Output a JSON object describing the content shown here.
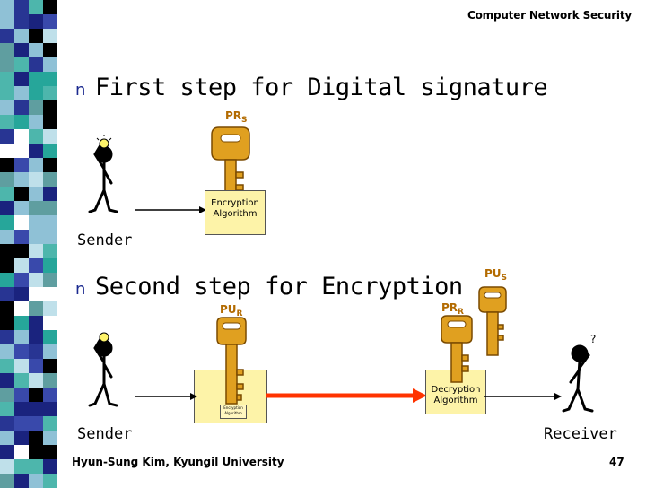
{
  "header": {
    "title": "Computer Network Security"
  },
  "step1": {
    "bullet": "n",
    "heading": "First step for Digital signature",
    "key_label_main": "PR",
    "key_label_sub": "S",
    "box_label_1": "Encryption",
    "box_label_2": "Algorithm",
    "sender_label": "Sender"
  },
  "step2": {
    "bullet": "n",
    "heading": "Second step for Encryption",
    "key1_main": "PU",
    "key1_sub": "R",
    "key2_main": "PR",
    "key2_sub": "R",
    "key3_main": "PU",
    "key3_sub": "S",
    "enc_box_1": "Encryption",
    "enc_box_2": "Algorithm",
    "dec_box_1": "Decryption",
    "dec_box_2": "Algorithm",
    "sender_label": "Sender",
    "receiver_label": "Receiver"
  },
  "footer": {
    "author": "Hyun-Sung Kim, Kyungil University",
    "page": "47"
  },
  "colors": {
    "key_gold": "#e0a020",
    "box_fill": "#fdf3a8",
    "arrow_red": "#ff3300",
    "bullet_blue": "#1b2a8f"
  }
}
